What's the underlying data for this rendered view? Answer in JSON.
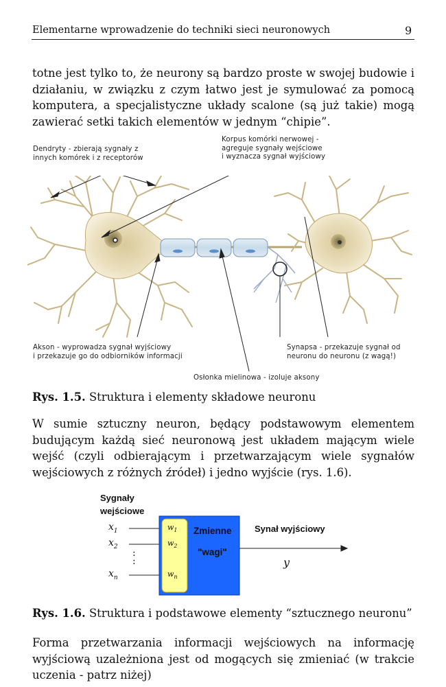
{
  "header": {
    "title": "Elementarne wprowadzenie do techniki sieci neuronowych",
    "page_number": "9"
  },
  "paragraphs": {
    "p1": "totne jest tylko to, że neurony są bardzo proste w swojej budowie i działaniu, w związku z czym łatwo jest je symulować za pomocą komputera, a specjalistyczne układy scalone (są już takie) mogą zawierać setki takich elementów w jednym “chipie”.",
    "p2": "W sumie sztuczny neuron, będący podstawowym elementem budującym każdą sieć neuronową jest układem mającym wiele wejść (czyli odbierającym i przetwarzającym wiele sygnałów wejściowych z różnych źródeł) i jedno wyjście (rys. 1.6).",
    "p3": "Forma przetwarzania informacji wejściowych na informację wyjściową uzależniona jest od mogących się zmieniać (w trakcie uczenia - patrz niżej)"
  },
  "figure1": {
    "labels": {
      "dendrites_1": "Dendryty - zbierają sygnały z",
      "dendrites_2": "innych komórek i z receptorów",
      "body_1": "Korpus komórki nerwowej -",
      "body_2": "agreguje sygnały wejściowe",
      "body_3": "i wyznacza sygnał wyjściowy",
      "axon_1": "Akson - wyprowadza sygnał wyjściowy",
      "axon_2": "i przekazuje go do odbiorników informacji",
      "synapse_1": "Synapsa - przekazuje sygnał od",
      "synapse_2": "neuronu do neuronu (z wagą!)",
      "myelin": "Osłonka mielinowa - izoluje aksony"
    },
    "caption_num": "Rys. 1.5.",
    "caption_text": "Struktura i elementy składowe neuronu"
  },
  "figure2": {
    "inputs_title_1": "Sygnały",
    "inputs_title_2": "wejściowe",
    "input_labels": [
      "x",
      "x",
      "x"
    ],
    "input_subscripts": [
      "1",
      "2",
      "n"
    ],
    "dots": ":",
    "weight_labels": [
      "w",
      "w",
      "w"
    ],
    "weight_subscripts": [
      "1",
      "2",
      "n"
    ],
    "box_label_1": "Zmienne",
    "box_label_2": "\"wagi\"",
    "output_title": "Synał wyjściowy",
    "output_var": "y",
    "caption_num": "Rys. 1.6.",
    "caption_text": "Struktura i podstawowe elementy “sztucznego neuronu”",
    "colors": {
      "box": "#1a66ff",
      "weights_panel": "#ffff99"
    }
  }
}
